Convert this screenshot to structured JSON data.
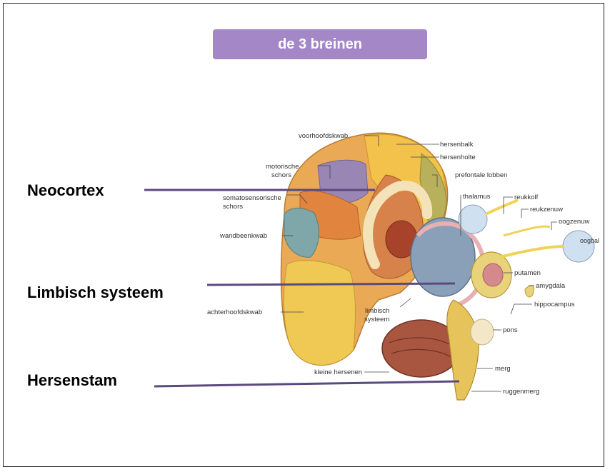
{
  "title": "de 3 breinen",
  "regions": {
    "neocortex": "Neocortex",
    "limbic": "Limbisch systeem",
    "brainstem": "Hersenstam"
  },
  "anatomy_labels": {
    "voorhoofdskwab": "voorhoofdskwab",
    "hersenbalk": "hersenbalk",
    "hersenholte": "hersenholte",
    "motorische_schors_1": "motorische",
    "motorische_schors_2": "schors",
    "prefontale_lobben": "prefontale lobben",
    "somatosensorische_1": "somatosensorische",
    "somatosensorische_2": "schors",
    "thalamus": "thalamus",
    "reukkolf": "reukkolf",
    "reukzenuw": "reukzenuw",
    "oogzenuw": "oogzenuw",
    "oogbal": "oogbal",
    "wandbeenkwab": "wandbeenkwab",
    "putamen": "putamen",
    "amygdala": "amygdala",
    "hippocampus": "hippocampus",
    "achterhoofdskwab": "achterhoofdskwab",
    "limbisch_1": "limbisch",
    "limbisch_2": "systeem",
    "pons": "pons",
    "kleine_hersenen": "kleine hersenen",
    "merg": "merg",
    "ruggenmerg": "ruggenmerg"
  },
  "colors": {
    "title_bg": "#a487c6",
    "pointer_line": "#5b4a7e"
  }
}
